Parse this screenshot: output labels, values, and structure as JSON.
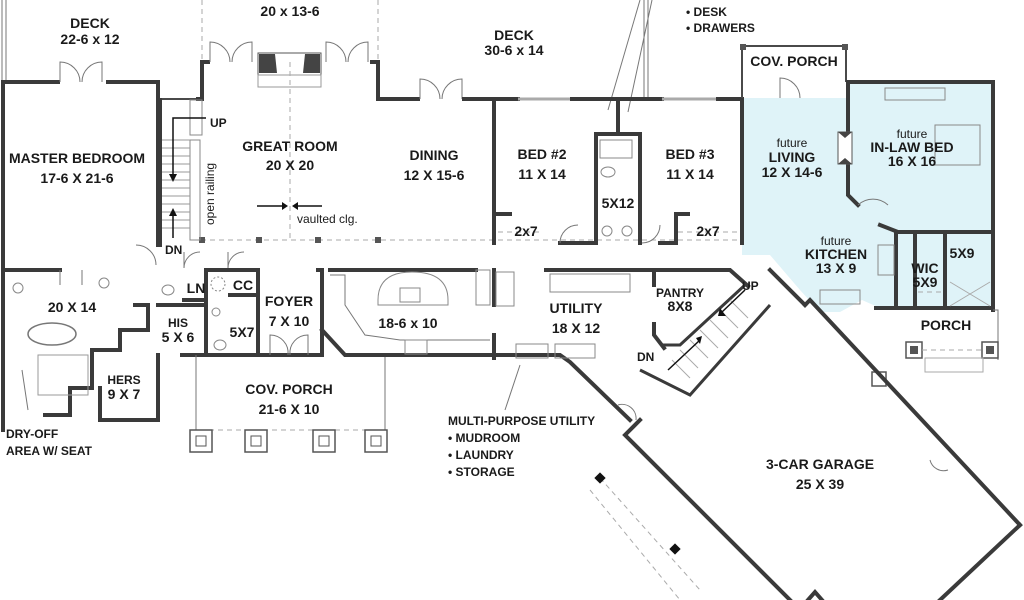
{
  "colors": {
    "wall": "#3a3a3a",
    "inlaw_fill": "#dff3f8",
    "text": "#1a1a1a",
    "background": "#ffffff"
  },
  "rooms": {
    "deck_left": {
      "name": "DECK",
      "size": "22-6 x 12"
    },
    "deck_top_center": {
      "name": "",
      "size": "20 x 13-6"
    },
    "deck_right": {
      "name": "DECK",
      "size": "30-6 x 14"
    },
    "master_bedroom": {
      "name": "MASTER BEDROOM",
      "size": "17-6 X 21-6"
    },
    "great_room": {
      "name": "GREAT ROOM",
      "size": "20 X 20"
    },
    "dining": {
      "name": "DINING",
      "size": "12 X 15-6"
    },
    "bed2": {
      "name": "BED #2",
      "size": "11 X 14"
    },
    "bed3": {
      "name": "BED #3",
      "size": "11 X 14"
    },
    "bath_shared": {
      "size": "5X12"
    },
    "closet_bed2": {
      "size": "2x7"
    },
    "closet_bed3": {
      "size": "2x7"
    },
    "cov_porch_top": {
      "name": "COV. PORCH"
    },
    "future_living": {
      "tag": "future",
      "name": "LIVING",
      "size": "12 X 14-6"
    },
    "future_inlaw_bed": {
      "tag": "future",
      "name": "IN-LAW BED",
      "size": "16 X 16"
    },
    "future_kitchen": {
      "tag": "future",
      "name": "KITCHEN",
      "size": "13 X 9"
    },
    "wic": {
      "name": "WIC",
      "size": "5X9"
    },
    "inlaw_bath": {
      "size": "5X9"
    },
    "porch_right": {
      "name": "PORCH"
    },
    "master_bath": {
      "size": "20 X 14"
    },
    "ln": {
      "name": "LN"
    },
    "cc": {
      "name": "CC"
    },
    "foyer": {
      "name": "FOYER",
      "size": "7 X 10"
    },
    "his": {
      "name": "HIS",
      "size": "5 X 6"
    },
    "powder": {
      "size": "5X7"
    },
    "hers": {
      "name": "HERS",
      "size": "9 X 7"
    },
    "kitchen": {
      "size": "18-6 x 10"
    },
    "utility": {
      "name": "UTILITY",
      "size": "18 X 12"
    },
    "pantry": {
      "name": "PANTRY",
      "size": "8X8"
    },
    "cov_porch_front": {
      "name": "COV. PORCH",
      "size": "21-6 X 10"
    },
    "garage": {
      "name": "3-CAR GARAGE",
      "size": "25 X 39"
    }
  },
  "annotations": {
    "stair_up_left": "UP",
    "stair_dn_left": "DN",
    "open_railing": "open railing",
    "vaulted": "vaulted clg.",
    "stair_up_right": "UP",
    "stair_dn_right": "DN",
    "dry_off_line1": "DRY-OFF",
    "dry_off_line2": "AREA W/ SEAT",
    "multi_title": "MULTI-PURPOSE UTILITY",
    "multi_items": [
      "• MUDROOM",
      "• LAUNDRY",
      "• STORAGE"
    ],
    "desk_items": [
      "• DESK",
      "• DRAWERS"
    ]
  }
}
